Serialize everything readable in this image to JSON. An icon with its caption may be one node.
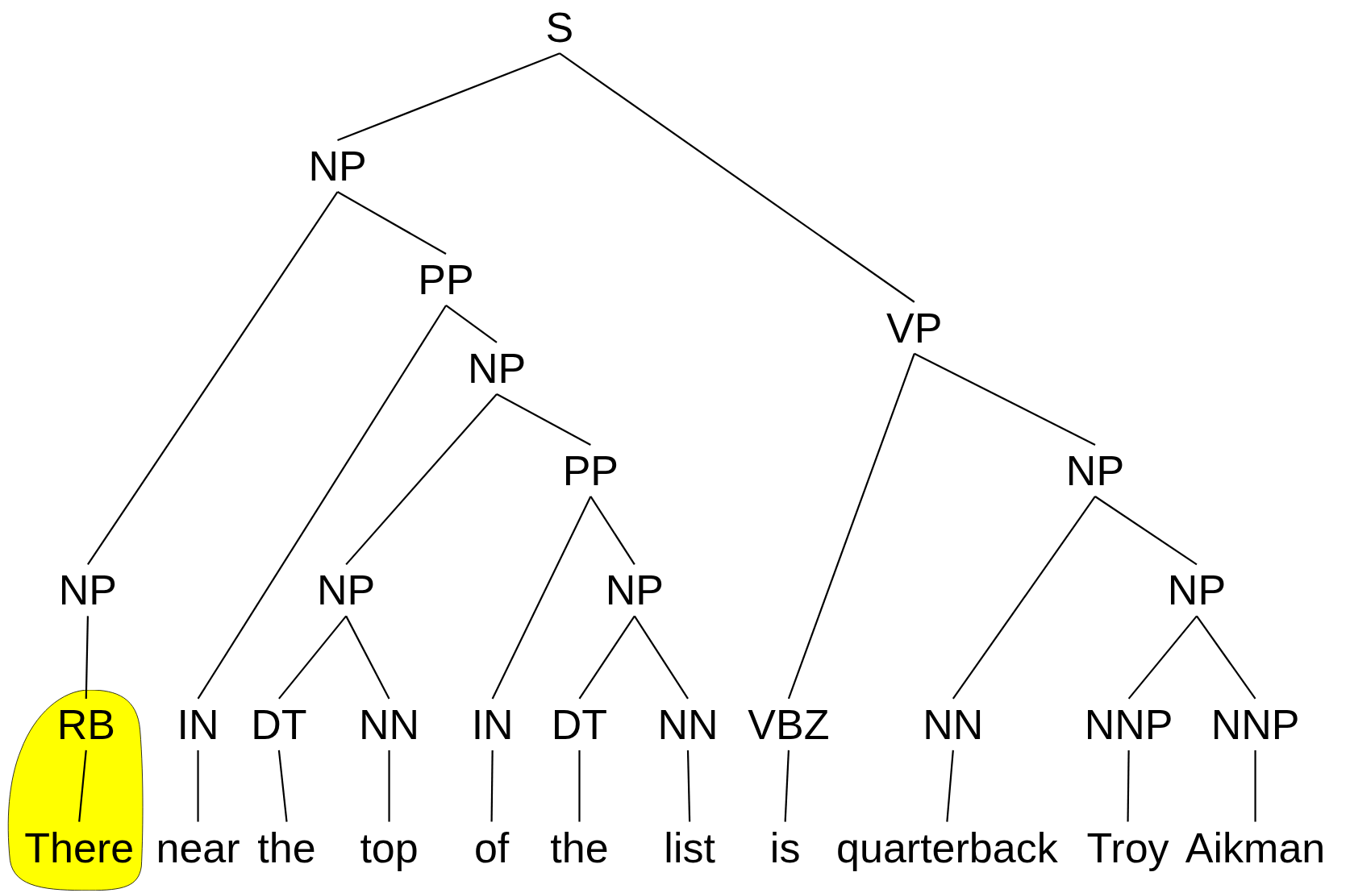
{
  "diagram": {
    "nodes": [
      {
        "text": [
          "S"
        ]
      },
      {
        "text": [
          "NP"
        ]
      },
      {
        "text": [
          "PP"
        ]
      },
      {
        "text": [
          "VP"
        ]
      },
      {
        "text": [
          "NP"
        ]
      },
      {
        "text": [
          "PP"
        ]
      },
      {
        "text": [
          "NP"
        ]
      },
      {
        "text": [
          "NP"
        ]
      },
      {
        "text": [
          "NP"
        ]
      },
      {
        "text": [
          "NP"
        ]
      },
      {
        "text": [
          "NP"
        ]
      },
      {
        "text": [],
        "shape": "highlight"
      },
      {
        "text": [
          "RB"
        ],
        "in": 11
      },
      {
        "text": [
          "IN"
        ]
      },
      {
        "text": [
          "DT"
        ]
      },
      {
        "text": [
          "NN"
        ]
      },
      {
        "text": [
          "IN"
        ]
      },
      {
        "text": [
          "DT"
        ]
      },
      {
        "text": [
          "NN"
        ]
      },
      {
        "text": [
          "VBZ"
        ]
      },
      {
        "text": [
          "NN"
        ]
      },
      {
        "text": [
          "NNP"
        ]
      },
      {
        "text": [
          "NNP"
        ]
      },
      {
        "text": [
          "There"
        ],
        "in": 11
      },
      {
        "text": [
          "near"
        ]
      },
      {
        "text": [
          "the"
        ]
      },
      {
        "text": [
          "top"
        ]
      },
      {
        "text": [
          "of"
        ]
      },
      {
        "text": [
          "the"
        ]
      },
      {
        "text": [
          "list"
        ]
      },
      {
        "text": [
          "is"
        ]
      },
      {
        "text": [
          "quarterback"
        ]
      },
      {
        "text": [
          "Troy"
        ]
      },
      {
        "text": [
          "Aikman"
        ]
      }
    ],
    "edges": [
      {
        "from": 0,
        "to": 1,
        "arrow": "none"
      },
      {
        "from": 0,
        "to": 3,
        "arrow": "none"
      },
      {
        "from": 1,
        "to": 7,
        "arrow": "none"
      },
      {
        "from": 1,
        "to": 2,
        "arrow": "none"
      },
      {
        "from": 2,
        "to": 13,
        "arrow": "none"
      },
      {
        "from": 2,
        "to": 4,
        "arrow": "none"
      },
      {
        "from": 4,
        "to": 8,
        "arrow": "none"
      },
      {
        "from": 4,
        "to": 5,
        "arrow": "none"
      },
      {
        "from": 5,
        "to": 16,
        "arrow": "none"
      },
      {
        "from": 5,
        "to": 9,
        "arrow": "none"
      },
      {
        "from": 3,
        "to": 19,
        "arrow": "none"
      },
      {
        "from": 3,
        "to": 6,
        "arrow": "none"
      },
      {
        "from": 6,
        "to": 20,
        "arrow": "none"
      },
      {
        "from": 6,
        "to": 10,
        "arrow": "none"
      },
      {
        "from": 7,
        "to": 12,
        "arrow": "none"
      },
      {
        "from": 8,
        "to": 14,
        "arrow": "none"
      },
      {
        "from": 8,
        "to": 15,
        "arrow": "none"
      },
      {
        "from": 9,
        "to": 17,
        "arrow": "none"
      },
      {
        "from": 9,
        "to": 18,
        "arrow": "none"
      },
      {
        "from": 10,
        "to": 21,
        "arrow": "none"
      },
      {
        "from": 10,
        "to": 22,
        "arrow": "none"
      },
      {
        "from": 12,
        "to": 23,
        "arrow": "none"
      },
      {
        "from": 13,
        "to": 24,
        "arrow": "none"
      },
      {
        "from": 14,
        "to": 25,
        "arrow": "none"
      },
      {
        "from": 15,
        "to": 26,
        "arrow": "none"
      },
      {
        "from": 16,
        "to": 27,
        "arrow": "none"
      },
      {
        "from": 17,
        "to": 28,
        "arrow": "none"
      },
      {
        "from": 18,
        "to": 29,
        "arrow": "none"
      },
      {
        "from": 19,
        "to": 30,
        "arrow": "none"
      },
      {
        "from": 20,
        "to": 31,
        "arrow": "none"
      },
      {
        "from": 21,
        "to": 32,
        "arrow": "none"
      },
      {
        "from": 22,
        "to": 33,
        "arrow": "none"
      }
    ]
  }
}
